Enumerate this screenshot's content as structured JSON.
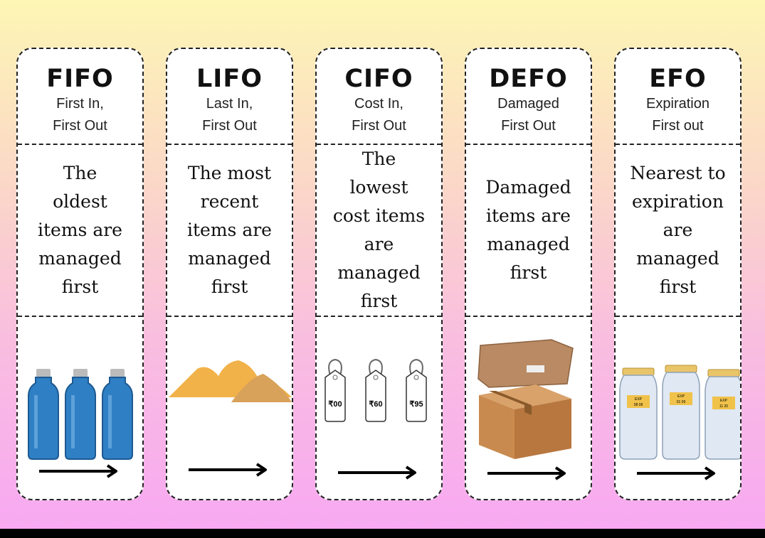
{
  "methods": [
    {
      "abbr": "FIFO",
      "sub1": "First In,",
      "sub2": "First Out",
      "desc": [
        "The",
        "oldest",
        "items are",
        "managed",
        "first"
      ]
    },
    {
      "abbr": "LIFO",
      "sub1": "Last In,",
      "sub2": "First Out",
      "desc": [
        "The most",
        "recent",
        "items are",
        "managed",
        "first"
      ]
    },
    {
      "abbr": "CIFO",
      "sub1": "Cost In,",
      "sub2": "First Out",
      "desc": [
        "The",
        "lowest",
        "cost items",
        "are",
        "managed",
        "first"
      ]
    },
    {
      "abbr": "DEFO",
      "sub1": "Damaged",
      "sub2": "First Out",
      "desc": [
        "Damaged",
        "items are",
        "managed",
        "first"
      ]
    },
    {
      "abbr": "EFO",
      "sub1": "Expiration",
      "sub2": "First out",
      "desc": [
        "Nearest to",
        "expiration",
        "are",
        "managed",
        "first"
      ]
    }
  ],
  "price_tags": [
    "₹00",
    "₹60",
    "₹95"
  ],
  "jar_labels": [
    {
      "top": "EXP",
      "date": "08 08"
    },
    {
      "top": "EXP",
      "date": "01 09"
    },
    {
      "top": "EXP",
      "date": "11 20"
    }
  ],
  "colors": {
    "bottle": "#2f7fc4",
    "sand": "#f2b24a",
    "box": "#c98a4f",
    "jar_label": "#f0c24a"
  }
}
